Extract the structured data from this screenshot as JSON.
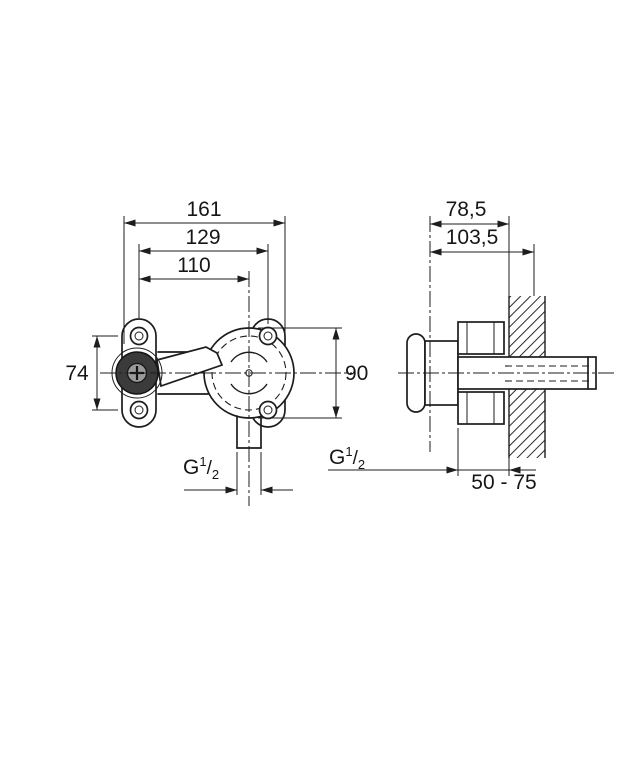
{
  "page": {
    "background": "#ffffff",
    "line_color": "#1d1d1d"
  },
  "drawing": {
    "front_view": {
      "dim_total_width": "161",
      "dim_hole_spacing": "129",
      "dim_center_offset": "110",
      "dim_hole_height": "74",
      "dim_body_height": "90"
    },
    "side_view": {
      "dim_depth_min": "78,5",
      "dim_depth_max": "103,5",
      "dim_wall_range": "50 - 75"
    },
    "thread": {
      "g": "G",
      "numerator": "1",
      "slash": "/",
      "denominator": "2"
    }
  }
}
